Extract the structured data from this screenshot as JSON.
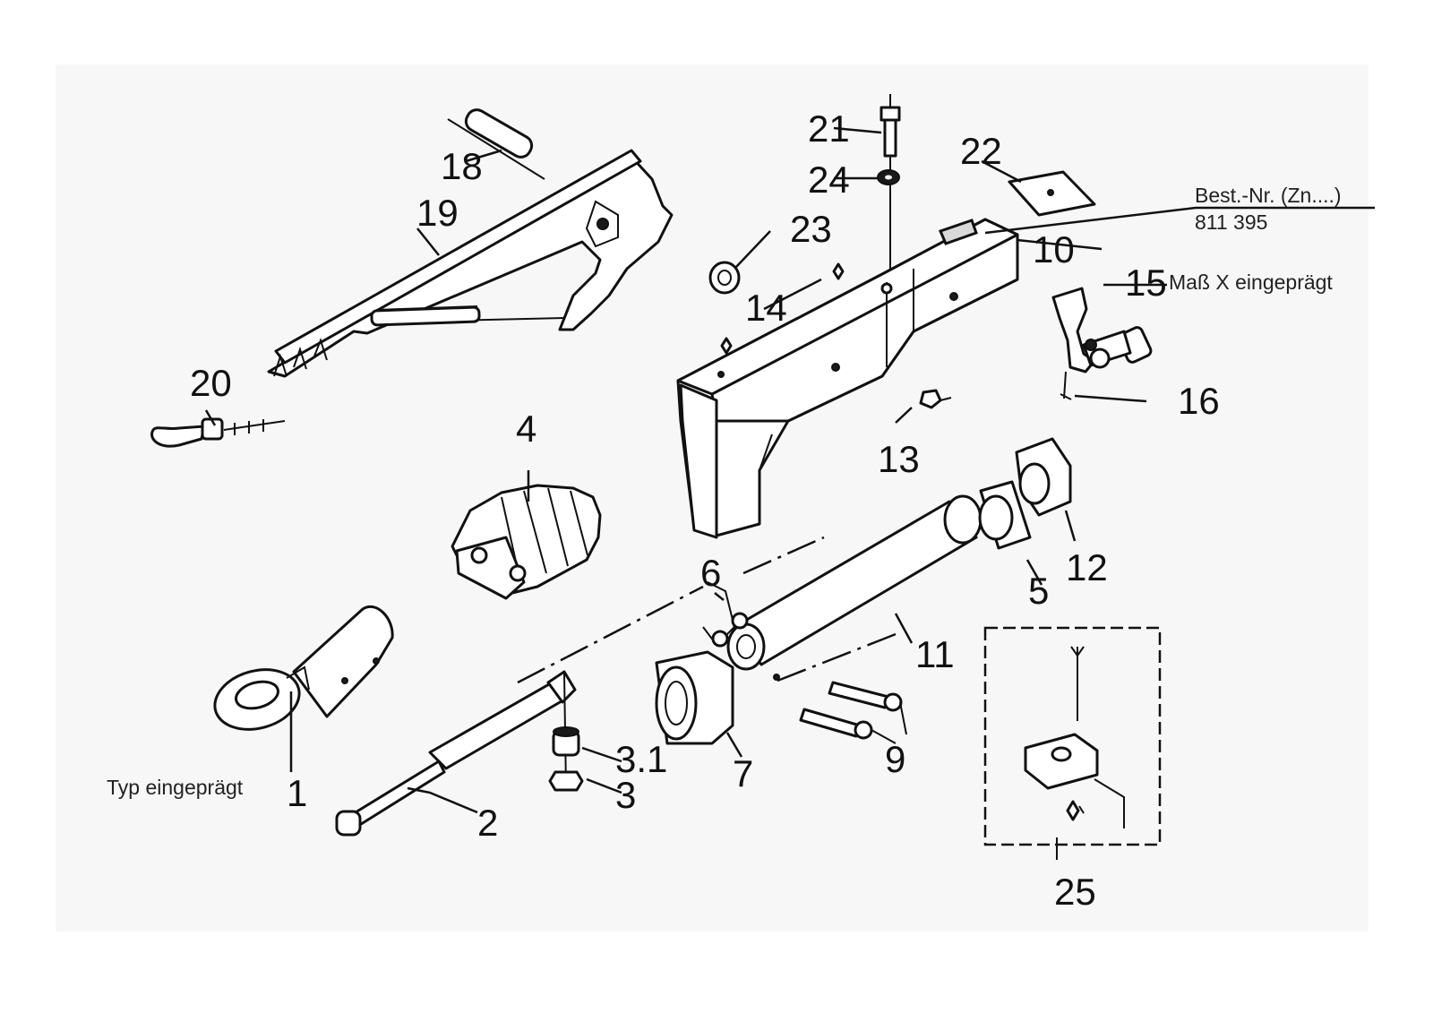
{
  "callouts": {
    "n1": "1",
    "n2": "2",
    "n3": "3",
    "n3_1": "3.1",
    "n4": "4",
    "n5": "5",
    "n6": "6",
    "n7": "7",
    "n9": "9",
    "n10": "10",
    "n11": "11",
    "n12": "12",
    "n13": "13",
    "n14": "14",
    "n15": "15",
    "n16": "16",
    "n18": "18",
    "n19": "19",
    "n20": "20",
    "n21": "21",
    "n22": "22",
    "n23": "23",
    "n24": "24",
    "n25": "25"
  },
  "notes": {
    "type_stamped": "Typ eingeprägt",
    "order_no_label": "Best.-Nr. (Zn....)",
    "order_no_value": "811 395",
    "dimension_x_stamped": "Maß X eingeprägt"
  }
}
